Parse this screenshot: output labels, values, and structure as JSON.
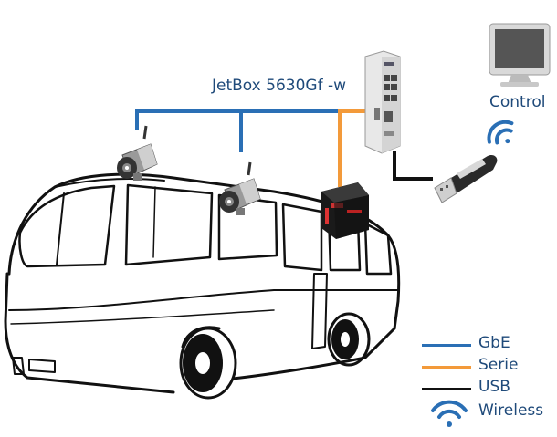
{
  "diagram": {
    "device_label": "JetBox 5630Gf  -w",
    "control_label": "Control"
  },
  "legend": {
    "gbe": "GbE",
    "serie": "Serie",
    "usb": "USB",
    "wireless": "Wireless"
  },
  "colors": {
    "gbe": "#2a6fb5",
    "serie": "#f39a3a",
    "usb": "#111111",
    "text": "#1f4a7a"
  },
  "icons": [
    "bus-icon",
    "camera-icon",
    "jetbox-device-icon",
    "serial-module-icon",
    "monitor-icon",
    "usb-stick-icon",
    "wireless-icon"
  ]
}
